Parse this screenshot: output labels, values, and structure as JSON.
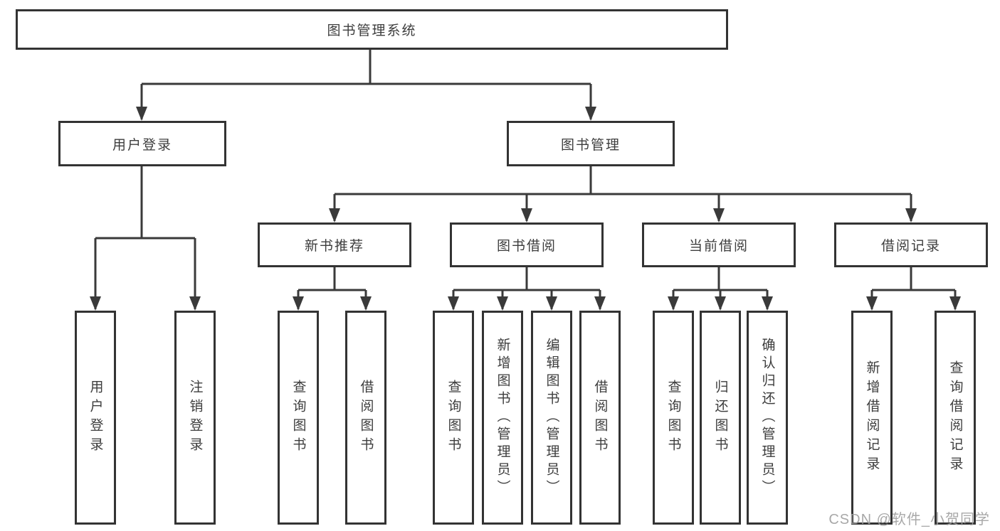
{
  "diagram": {
    "tree": {
      "root": {
        "label": "图书管理系统"
      },
      "branches": [
        {
          "label": "用户登录",
          "children": [
            {
              "label": "用户登录"
            },
            {
              "label": "注销登录"
            }
          ]
        },
        {
          "label": "图书管理",
          "children": [
            {
              "label": "新书推荐",
              "children": [
                {
                  "label": "查询图书"
                },
                {
                  "label": "借阅图书"
                }
              ]
            },
            {
              "label": "图书借阅",
              "children": [
                {
                  "label": "查询图书"
                },
                {
                  "label": "新增图书（管理员）"
                },
                {
                  "label": "编辑图书（管理员）"
                },
                {
                  "label": "借阅图书"
                }
              ]
            },
            {
              "label": "当前借阅",
              "children": [
                {
                  "label": "查询图书"
                },
                {
                  "label": "归还图书"
                },
                {
                  "label": "确认归还（管理员）"
                }
              ]
            },
            {
              "label": "借阅记录",
              "children": [
                {
                  "label": "新增借阅记录"
                },
                {
                  "label": "查询借阅记录"
                }
              ]
            }
          ]
        }
      ]
    },
    "colors": {
      "line": "#3a3a3a",
      "border": "#333333",
      "text": "#3d3d3d",
      "watermark": "#9e9e9e"
    },
    "watermark": "CSDN @软件_小贺同学"
  }
}
